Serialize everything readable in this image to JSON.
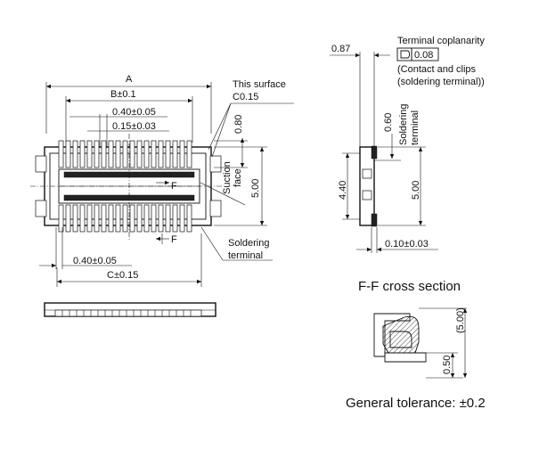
{
  "plan_view": {
    "dim_a": "A",
    "dim_b": "B±0.1",
    "dim_pitch_top": "0.40±0.05",
    "dim_width": "0.15±0.03",
    "dim_height_outer": "5.00",
    "dim_pad_height": "0.80",
    "surface_note_line1": "This surface",
    "surface_note_line2": "C0.15",
    "suction_line1": "Suction",
    "suction_line2": "face",
    "section_mark": "F",
    "soldering_line1": "Soldering",
    "soldering_line2": "terminal",
    "dim_pitch_bottom": "0.40±0.05",
    "dim_c": "C±0.15"
  },
  "side_view": {
    "dim_087": "0.87",
    "coplanarity_title": "Terminal coplanarity",
    "coplanarity_value": "0.08",
    "coplanarity_note_line1": "(Contact and clips",
    "coplanarity_note_line2": "(soldering terminal))",
    "dim_060": "0.60",
    "soldering_line1": "Soldering",
    "soldering_line2": "terminal",
    "dim_440": "4.40",
    "dim_500": "5.00",
    "dim_010": "0.10±0.03"
  },
  "section_view": {
    "title": "F-F cross section",
    "dim_500": "(5.00)",
    "dim_050": "0.50"
  },
  "general_tolerance": "General tolerance: ±0.2"
}
